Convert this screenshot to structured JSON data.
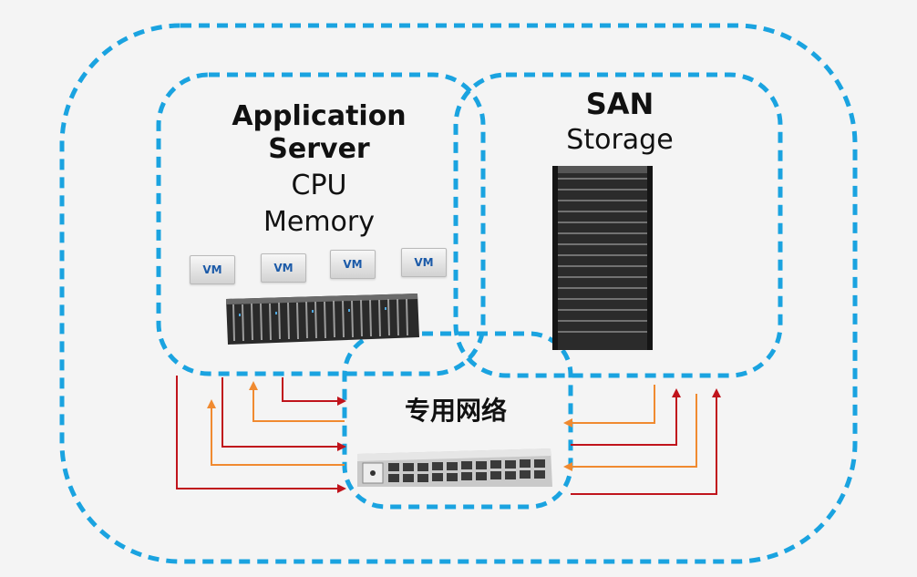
{
  "app_server": {
    "title_line1": "Application",
    "title_line2": "Server",
    "line3": "CPU",
    "line4": "Memory",
    "vms": [
      "VM",
      "VM",
      "VM",
      "VM"
    ]
  },
  "san": {
    "title": "SAN",
    "subtitle": "Storage"
  },
  "network": {
    "title": "专用网络"
  },
  "colors": {
    "boundary": "#1aa3e0",
    "arrow_red": "#c0141c",
    "arrow_orange": "#f08a30",
    "background": "#f4f4f4"
  },
  "icons": [
    "blade-server-icon",
    "storage-rack-icon",
    "fc-switch-icon"
  ]
}
